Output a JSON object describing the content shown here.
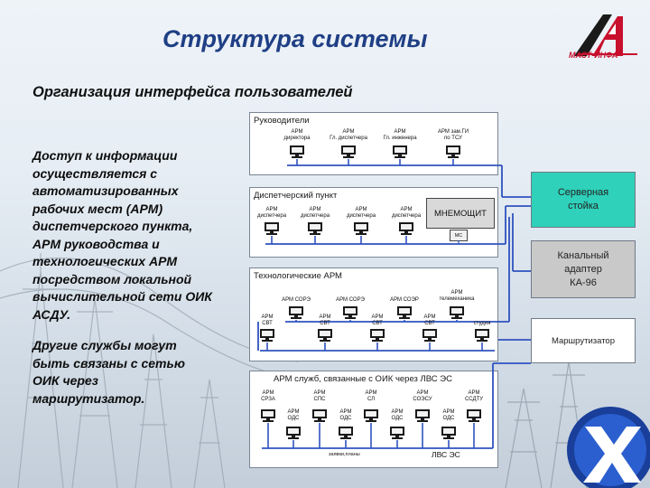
{
  "title": "Структура системы",
  "subtitle": "Организация интерфейса пользователей",
  "paragraph1": [
    "Доступ к информации",
    "осуществляется с",
    "автоматизированных",
    "рабочих мест (АРМ)",
    "диспетчерского пункта,",
    "АРМ руководства и",
    "технологических АРМ",
    "посредством локальной",
    "вычислительной сети ОИК",
    "АСДУ."
  ],
  "paragraph2": [
    "Другие службы могут",
    "быть связаны с сетью",
    "ОИК через",
    "маршрутизатор."
  ],
  "logo_text": "МАСТ-ИНФА",
  "panels": {
    "leaders": {
      "title": "Руководители",
      "stations": [
        {
          "lines": [
            "АРМ",
            "директора"
          ]
        },
        {
          "lines": [
            "АРМ",
            "Гл. диспетчера"
          ]
        },
        {
          "lines": [
            "АРМ",
            "Гл. инженера"
          ]
        },
        {
          "lines": [
            "АРМ зам.ГИ",
            "по ТСУ"
          ]
        }
      ]
    },
    "dispatch": {
      "title": "Диспетчерский пункт",
      "stations": [
        {
          "lines": [
            "АРМ",
            "диспетчера"
          ]
        },
        {
          "lines": [
            "АРМ",
            "диспетчера"
          ]
        },
        {
          "lines": [
            "АРМ",
            "диспетчера"
          ]
        },
        {
          "lines": [
            "АРМ",
            "диспетчера"
          ]
        }
      ],
      "mnemo": "МНЕМОЩИТ",
      "mc": "МС"
    },
    "tech": {
      "title": "Технологические АРМ",
      "top_stations": [
        {
          "lines": [
            "АРМ СОРЭ"
          ]
        },
        {
          "lines": [
            "АРМ СОРЭ"
          ]
        },
        {
          "lines": [
            "АРМ СОЭР"
          ]
        },
        {
          "lines": [
            "АРМ",
            "телемеханика"
          ]
        }
      ],
      "bottom_stations": [
        {
          "lines": [
            "АРМ",
            "СВТ"
          ]
        },
        {
          "lines": [
            "АРМ",
            "СВТ"
          ]
        },
        {
          "lines": [
            "АРМ",
            "СВТ"
          ]
        },
        {
          "lines": [
            "АРМ",
            "СВТ"
          ]
        },
        {
          "lines": [
            "студия"
          ]
        }
      ]
    },
    "services": {
      "title": "АРМ служб, связанные с ОИК через ЛВС ЭС",
      "top_stations": [
        {
          "lines": [
            "АРМ",
            "СРЗА"
          ]
        },
        {
          "lines": [
            "АРМ",
            "СПС"
          ]
        },
        {
          "lines": [
            "АРМ",
            "СЛ"
          ]
        },
        {
          "lines": [
            "АРМ",
            "СОЭСУ"
          ]
        },
        {
          "lines": [
            "АРМ",
            "ССДТУ"
          ]
        }
      ],
      "bottom_stations": [
        {
          "lines": [
            "АРМ",
            "ОДС"
          ]
        },
        {
          "lines": [
            "АРМ",
            "ОДС"
          ]
        },
        {
          "lines": [
            "АРМ",
            "ОДС"
          ]
        },
        {
          "lines": [
            "АРМ",
            "ОДС"
          ]
        }
      ],
      "network_small": "заявки,планы",
      "network_label": "ЛВС ЭС"
    }
  },
  "side": {
    "server": "Серверная стойка",
    "adapter_lines": [
      "Канальный",
      "адаптер",
      "КА-96"
    ],
    "router": "Маршрутизатор"
  },
  "colors": {
    "title": "#1f3f85",
    "network": "#2f52c0",
    "server_fill": "#2fd1ba",
    "adapter_fill": "#c9c9c9",
    "router_fill": "#ffffff"
  }
}
